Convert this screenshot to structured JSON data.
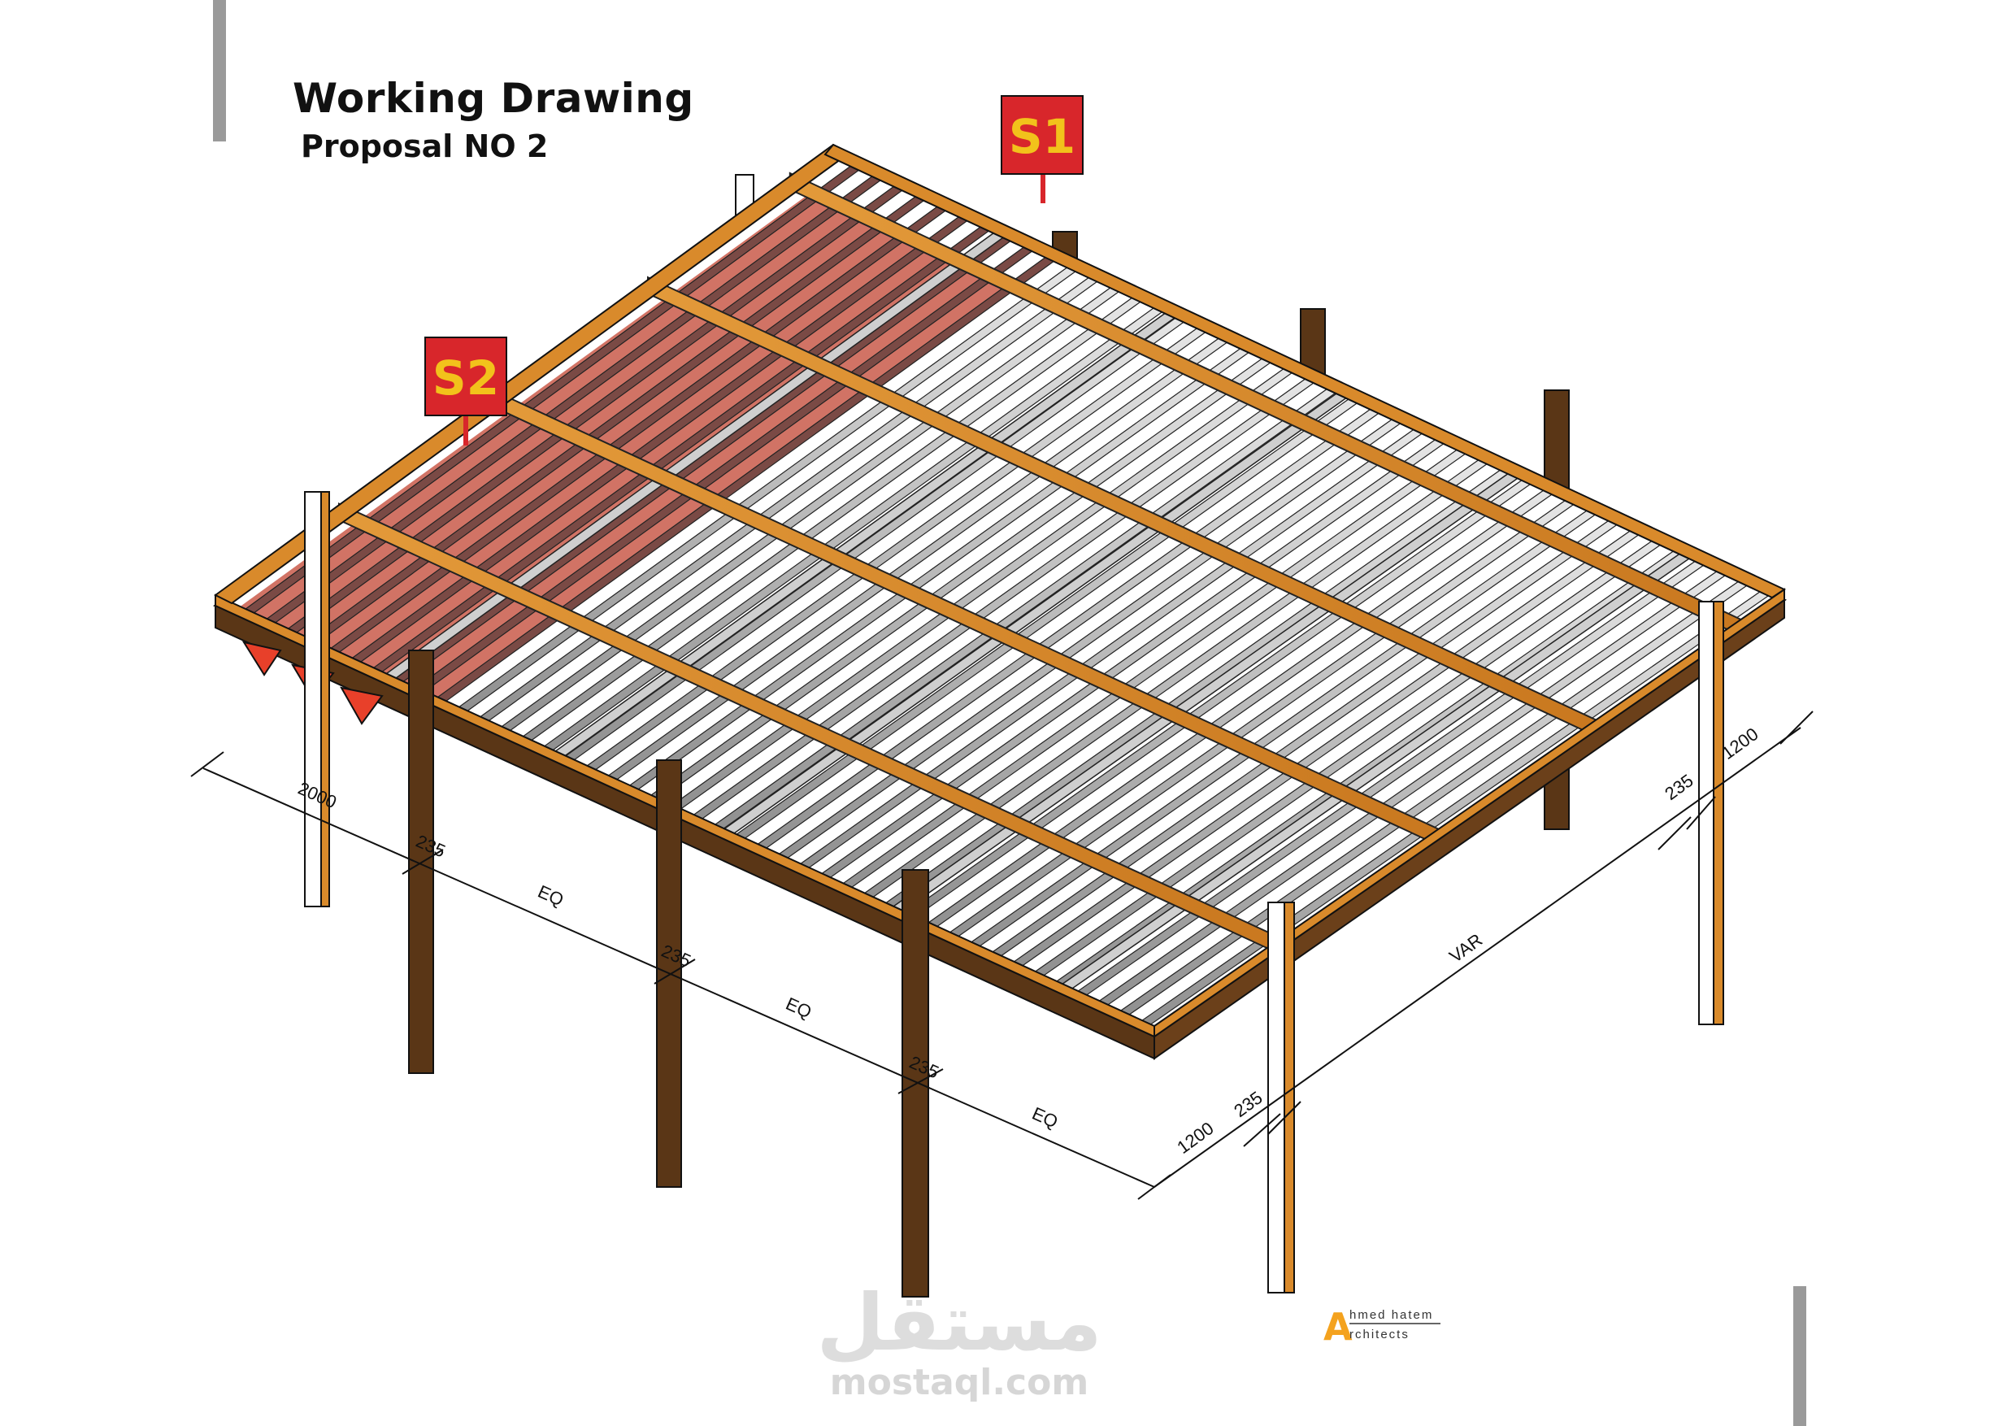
{
  "header": {
    "title": "Working Drawing",
    "subtitle": "Proposal NO 2"
  },
  "section_tags": [
    "S1",
    "S2"
  ],
  "dimensions": {
    "front": [
      "2000",
      "235",
      "EQ",
      "235",
      "EQ",
      "235",
      "EQ"
    ],
    "side": [
      "1200",
      "235",
      "VAR",
      "235",
      "1200"
    ]
  },
  "watermark": {
    "arabic": "مستقل",
    "latin": "mostaql.com"
  },
  "logo": {
    "letter": "A",
    "line1": "hmed hatem",
    "line2": "rchitects"
  },
  "colors": {
    "timber": "#d98a2b",
    "timber_dark": "#5a3616",
    "steel": "#b9b9b9",
    "accent_red": "#e8402a",
    "tag_bg": "#d8262b",
    "tag_text": "#f2c21b",
    "side_bar": "#9a9a9a"
  }
}
